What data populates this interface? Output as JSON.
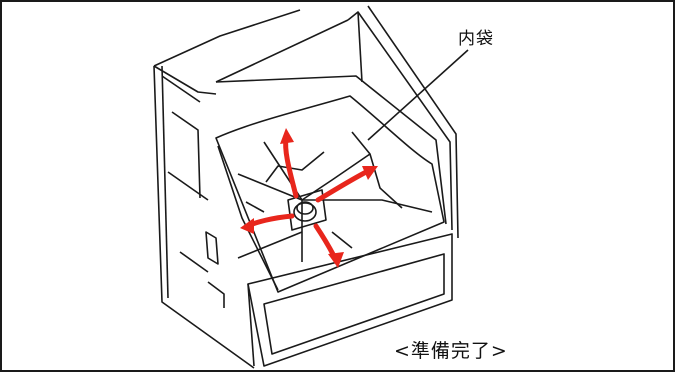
{
  "callout_label": "内袋",
  "caption": "<準備完了>",
  "colors": {
    "outline": "#1a1a1a",
    "arrow": "#e8261c",
    "background": "#ffffff"
  },
  "icons": [
    "arrow-up-left",
    "arrow-up-right",
    "arrow-left",
    "arrow-down-right"
  ]
}
